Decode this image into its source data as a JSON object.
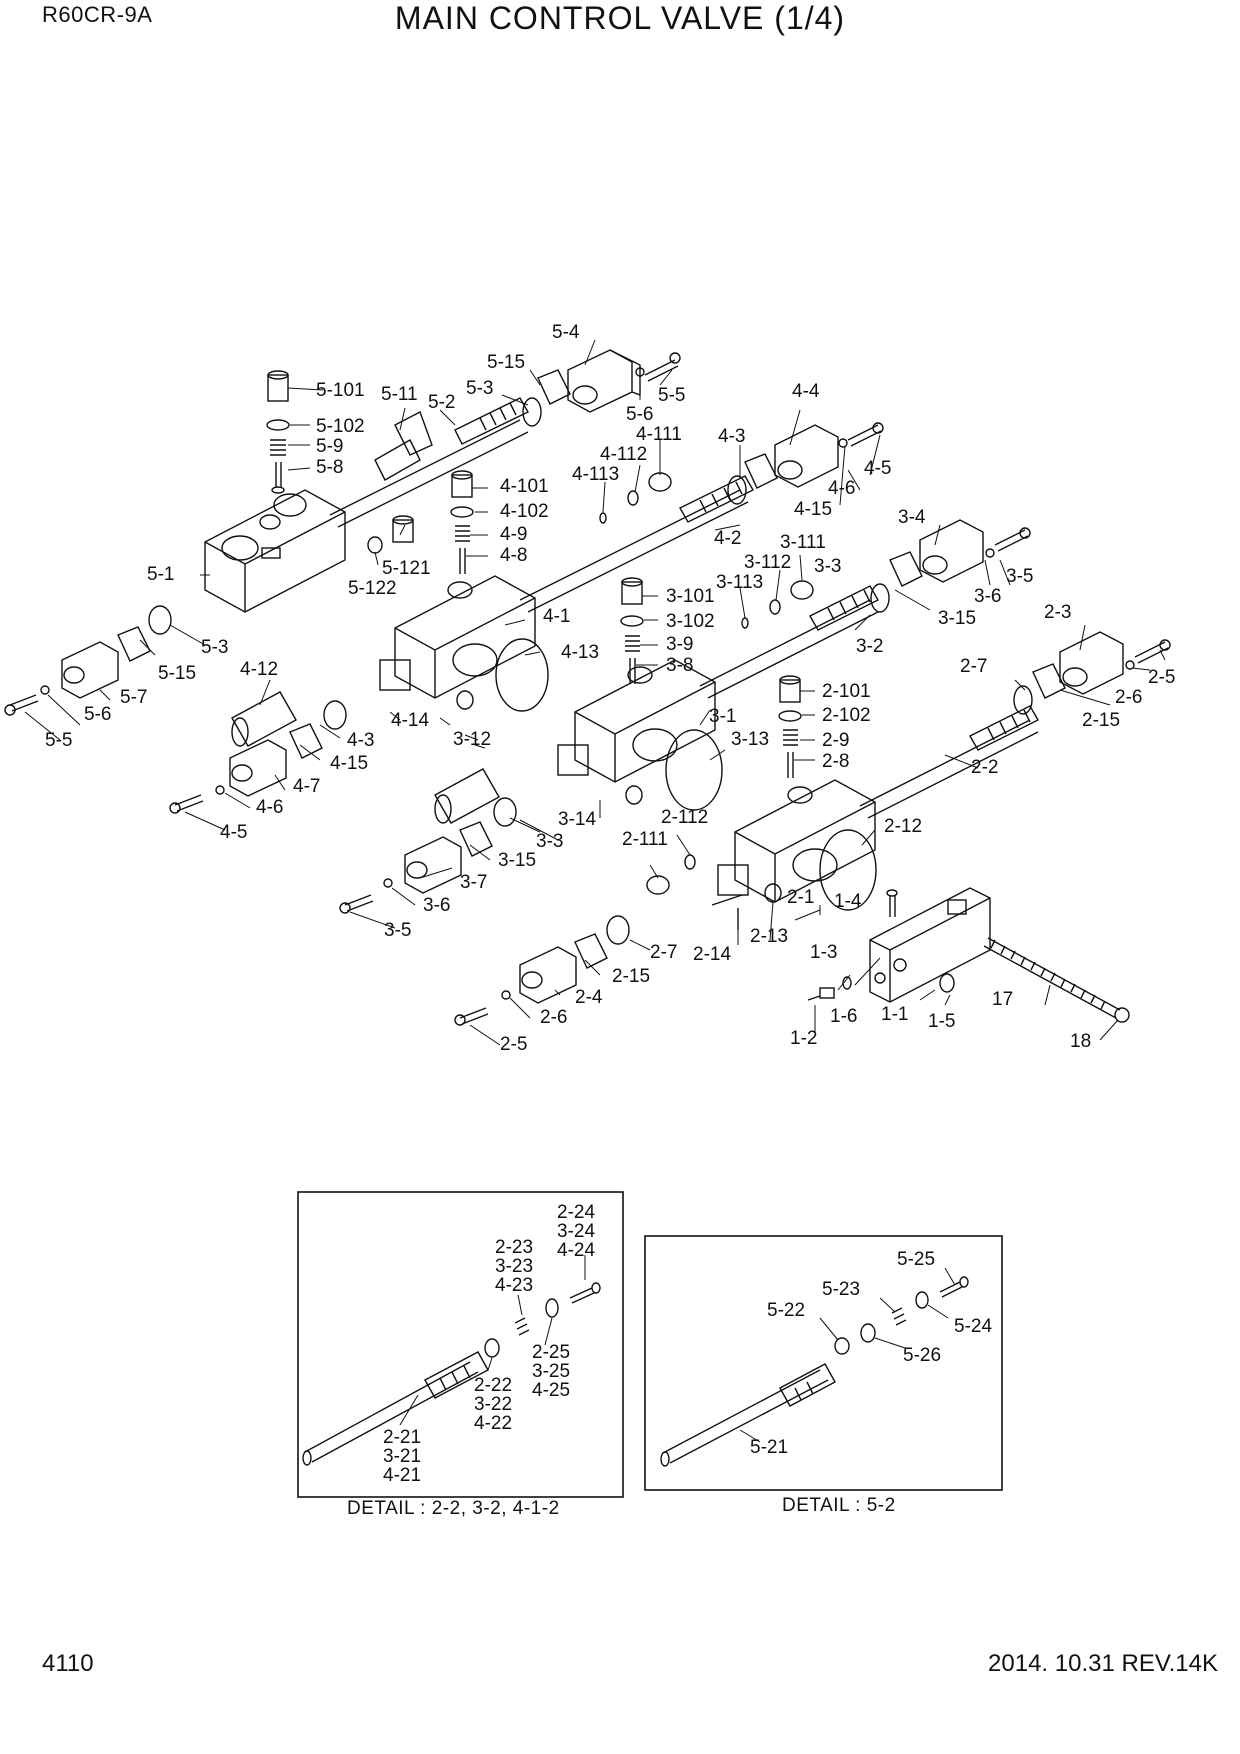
{
  "header": {
    "model": "R60CR-9A",
    "title": "MAIN CONTROL VALVE (1/4)"
  },
  "footer": {
    "page": "4110",
    "revision": "2014. 10.31  REV.14K"
  },
  "callouts": {
    "c5_4": "5-4",
    "c5_15a": "5-15",
    "c5_3a": "5-3",
    "c5_101": "5-101",
    "c5_11": "5-11",
    "c5_2": "5-2",
    "c5_102": "5-102",
    "c5_9": "5-9",
    "c5_8": "5-8",
    "c5_6a": "5-6",
    "c5_5a": "5-5",
    "c4_4": "4-4",
    "c4_111": "4-111",
    "c4_112": "4-112",
    "c4_113": "4-113",
    "c4_3a": "4-3",
    "c4_101": "4-101",
    "c4_102": "4-102",
    "c4_9": "4-9",
    "c4_8": "4-8",
    "c4_6a": "4-6",
    "c4_5a": "4-5",
    "c4_15a": "4-15",
    "c4_2": "4-2",
    "c5_1": "5-1",
    "c5_121": "5-121",
    "c5_122": "5-122",
    "c3_4": "3-4",
    "c3_111": "3-111",
    "c3_112": "3-112",
    "c3_113": "3-113",
    "c3_3a": "3-3",
    "c3_101": "3-101",
    "c3_102": "3-102",
    "c3_9": "3-9",
    "c3_8": "3-8",
    "c3_6a": "3-6",
    "c3_5a": "3-5",
    "c3_15a": "3-15",
    "c3_2": "3-2",
    "c4_1": "4-1",
    "c4_13": "4-13",
    "c5_3b": "5-3",
    "c5_15b": "5-15",
    "c5_7": "5-7",
    "c5_6b": "5-6",
    "c5_5b": "5-5",
    "c4_12": "4-12",
    "c4_14": "4-14",
    "c4_3b": "4-3",
    "c4_15b": "4-15",
    "c4_7": "4-7",
    "c4_6b": "4-6",
    "c4_5b": "4-5",
    "c2_3": "2-3",
    "c2_7a": "2-7",
    "c2_5a": "2-5",
    "c2_6a": "2-6",
    "c2_15a": "2-15",
    "c2_101": "2-101",
    "c2_102": "2-102",
    "c2_9": "2-9",
    "c2_8": "2-8",
    "c2_2": "2-2",
    "c3_1": "3-1",
    "c3_13": "3-13",
    "c3_12": "3-12",
    "c3_14": "3-14",
    "c3_3b": "3-3",
    "c2_112": "2-112",
    "c2_111": "2-111",
    "c2_12": "2-12",
    "c3_15b": "3-15",
    "c3_7": "3-7",
    "c3_6b": "3-6",
    "c3_5b": "3-5",
    "c2_1": "2-1",
    "c1_4": "1-4",
    "c2_13": "2-13",
    "c2_14": "2-14",
    "c2_7b": "2-7",
    "c2_15b": "2-15",
    "c2_4": "2-4",
    "c2_6b": "2-6",
    "c2_5b": "2-5",
    "c1_3": "1-3",
    "c1_6": "1-6",
    "c1_1": "1-1",
    "c1_5": "1-5",
    "c1_2": "1-2",
    "c17": "17",
    "c18": "18"
  },
  "detail1": {
    "caption": "DETAIL :  2-2,  3-2, 4-1-2",
    "l24": [
      "2-24",
      "3-24",
      "4-24"
    ],
    "l23": [
      "2-23",
      "3-23",
      "4-23"
    ],
    "l25": [
      "2-25",
      "3-25",
      "4-25"
    ],
    "l22": [
      "2-22",
      "3-22",
      "4-22"
    ],
    "l21": [
      "2-21",
      "3-21",
      "4-21"
    ]
  },
  "detail2": {
    "caption": "DETAIL :  5-2",
    "c25": "5-25",
    "c23": "5-23",
    "c22": "5-22",
    "c24": "5-24",
    "c26": "5-26",
    "c21": "5-21"
  }
}
